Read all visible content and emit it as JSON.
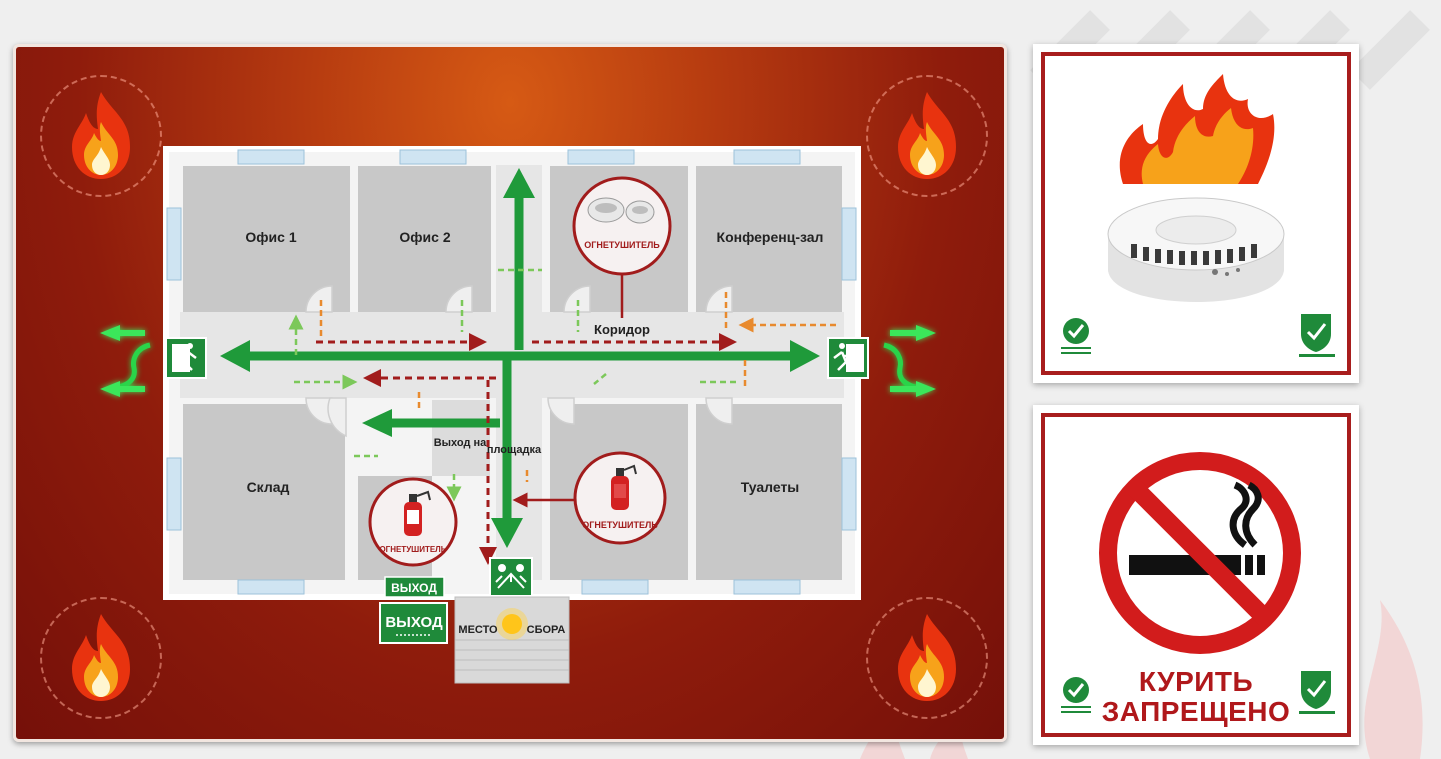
{
  "floor_plan": {
    "rooms": {
      "office1": "Офис 1",
      "office2": "Офис 2",
      "conference": "Конференц-зал",
      "storage": "Склад",
      "toilets": "Туалеты"
    },
    "corridor": "Коридор",
    "exit_area": "Выход на",
    "exit_area_2": "площадка",
    "extinguisher_label": "ОГНЕТУШИТЕЛЬ",
    "exit_sign_1": "ВЫХОД",
    "exit_sign_2": "ВЫХОД",
    "assembly_left": "МЕСТО",
    "assembly_right": "СБОРА"
  },
  "signs": {
    "no_smoking_line1": "КУРИТЬ",
    "no_smoking_line2": "ЗАПРЕЩЕНО"
  },
  "colors": {
    "panel_red": "#8f1c0c",
    "arrow_green": "#1f9a3a",
    "arrow_red": "#a11c1c",
    "arrow_orange": "#e88a2e",
    "sign_border": "#a81d1d",
    "exit_green": "#1f8a3a"
  },
  "icons": [
    "fire-icon",
    "smoke-detector-icon",
    "fire-extinguisher-icon",
    "exit-running-man-icon",
    "no-smoking-icon",
    "check-shield-icon",
    "assembly-point-icon"
  ]
}
